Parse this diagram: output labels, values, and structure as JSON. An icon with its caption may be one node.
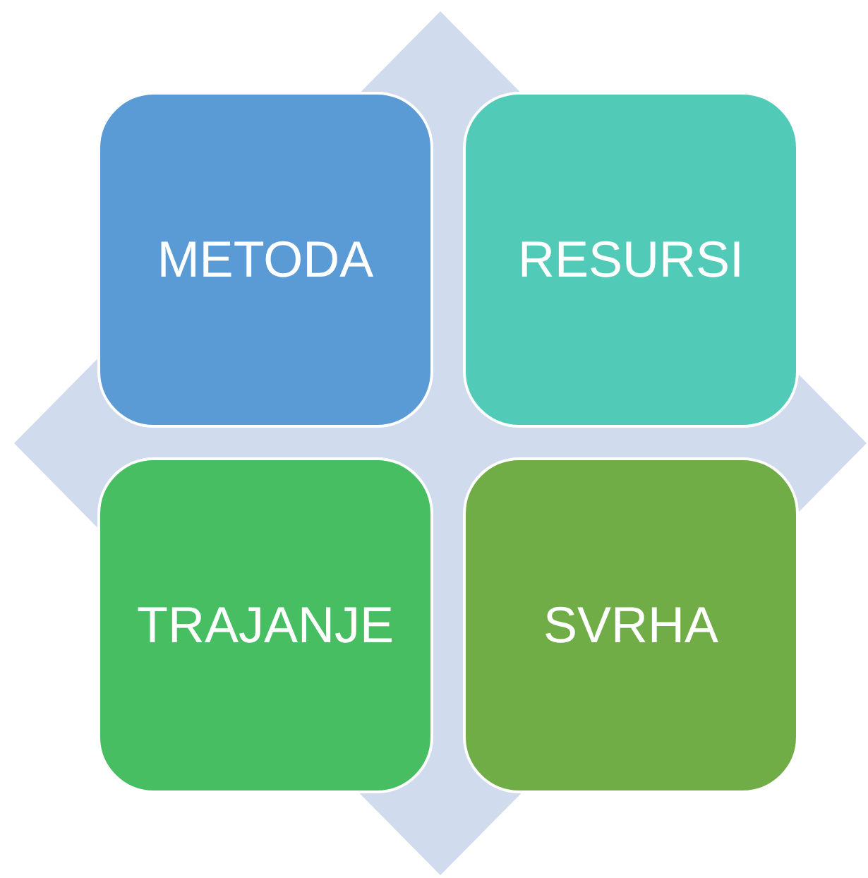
{
  "diagram": {
    "nodes": [
      {
        "text": [],
        "shape": "diamond"
      },
      {
        "text": [
          "METODA"
        ],
        "in": 0
      },
      {
        "text": [
          "RESURSI"
        ],
        "in": 0
      },
      {
        "text": [
          "TRAJANJE"
        ],
        "in": 0
      },
      {
        "text": [
          "SVRHA"
        ],
        "in": 0
      }
    ]
  }
}
